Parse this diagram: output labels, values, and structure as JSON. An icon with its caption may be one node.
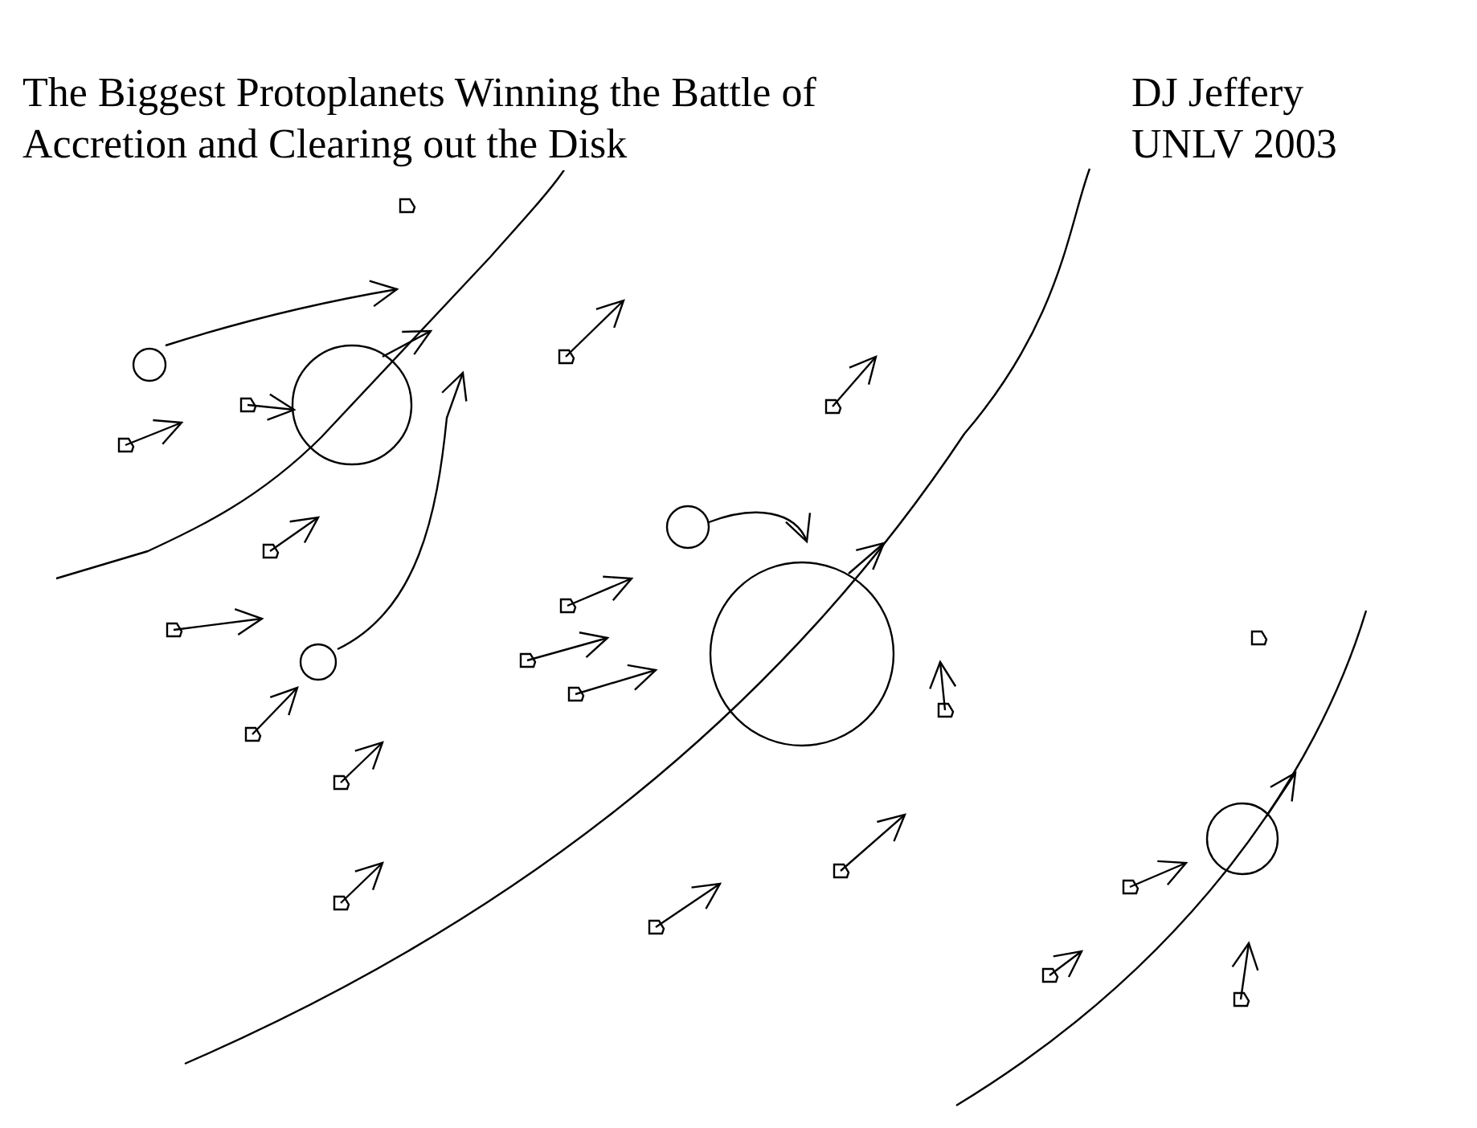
{
  "diagram": {
    "title": "The Biggest Protoplanets Winning the Battle of Accretion and Clearing out the Disk",
    "labels": [
      "DJ Jeffery",
      "UNLV 2003"
    ]
  }
}
